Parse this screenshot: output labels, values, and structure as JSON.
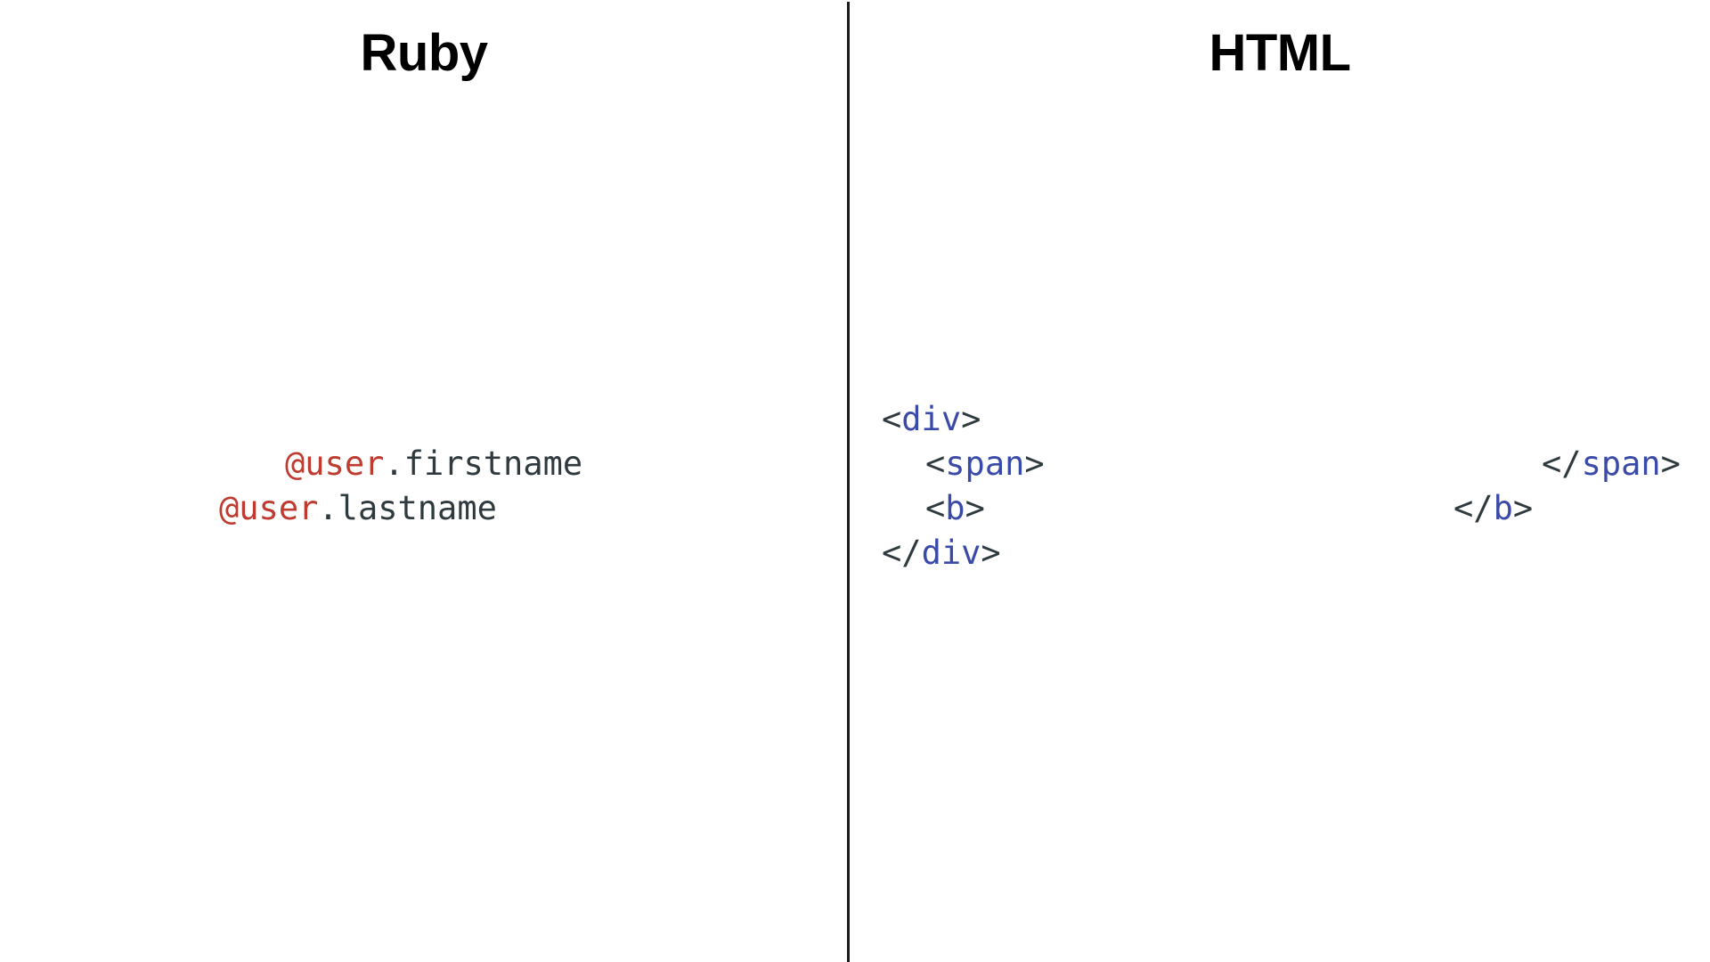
{
  "left_panel": {
    "title": "Ruby",
    "lines": [
      {
        "ivar": "@user",
        "method": ".firstname"
      },
      {
        "ivar": "@user",
        "method": ".lastname"
      }
    ]
  },
  "right_panel": {
    "title": "HTML",
    "lines": [
      {
        "open": {
          "lt": "<",
          "name": "div",
          "gt": ">"
        }
      },
      {
        "open": {
          "lt": "<",
          "name": "span",
          "gt": ">"
        },
        "close": {
          "lt": "</",
          "name": "span",
          "gt": ">"
        }
      },
      {
        "open": {
          "lt": "<",
          "name": "b",
          "gt": ">"
        },
        "close": {
          "lt": "</",
          "name": "b",
          "gt": ">"
        }
      },
      {
        "close": {
          "lt": "</",
          "name": "div",
          "gt": ">"
        }
      }
    ]
  },
  "colors": {
    "instance_variable": "#bf3b30",
    "tag_name": "#3a4aa8",
    "punctuation": "#2f3a3f",
    "heading": "#000000",
    "divider": "#1a1a1a"
  }
}
